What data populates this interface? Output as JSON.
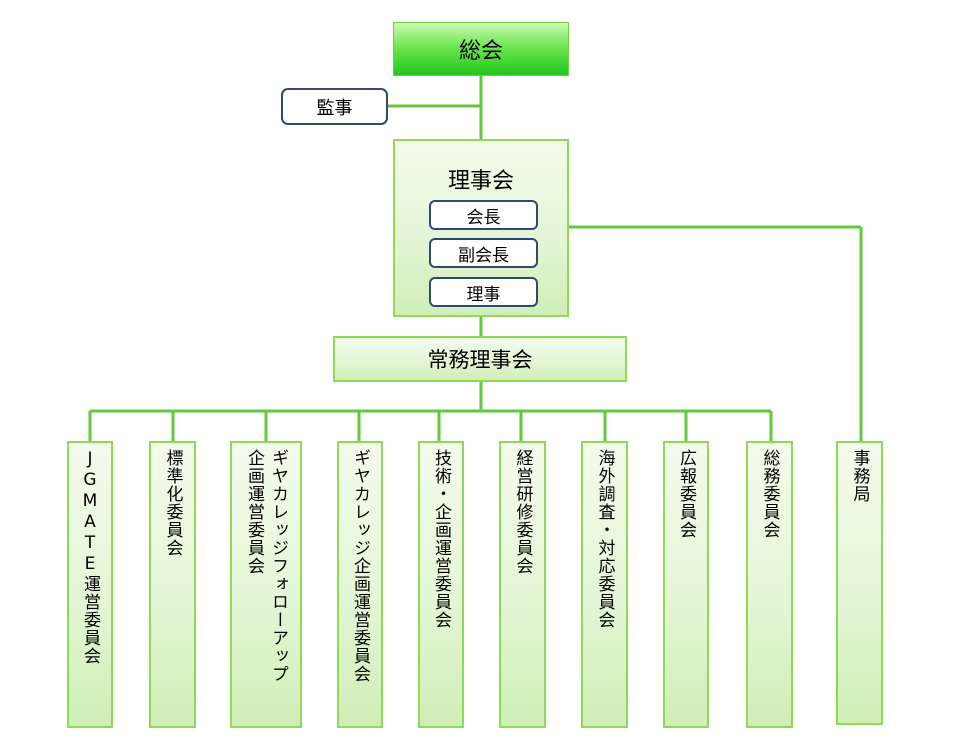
{
  "general_assembly": "総会",
  "auditor": "監事",
  "board": {
    "title": "理事会",
    "roles": [
      "会長",
      "副会長",
      "理事"
    ]
  },
  "executive_board": "常務理事会",
  "committees": [
    {
      "lines": [
        "JGMATE運営委員会"
      ]
    },
    {
      "lines": [
        "標準化委員会"
      ]
    },
    {
      "lines": [
        "ギヤカレッジフォローアップ",
        "企画運営委員会"
      ]
    },
    {
      "lines": [
        "ギヤカレッジ企画運営委員会"
      ]
    },
    {
      "lines": [
        "技術・企画運営委員会"
      ]
    },
    {
      "lines": [
        "経営研修委員会"
      ]
    },
    {
      "lines": [
        "海外調査・対応委員会"
      ]
    },
    {
      "lines": [
        "広報委員会"
      ]
    },
    {
      "lines": [
        "総務委員会"
      ]
    }
  ],
  "secretariat": "事務局",
  "colors": {
    "connector": "#62c93a",
    "box_border": "#8ed957",
    "role_border": "#2e4a72"
  }
}
